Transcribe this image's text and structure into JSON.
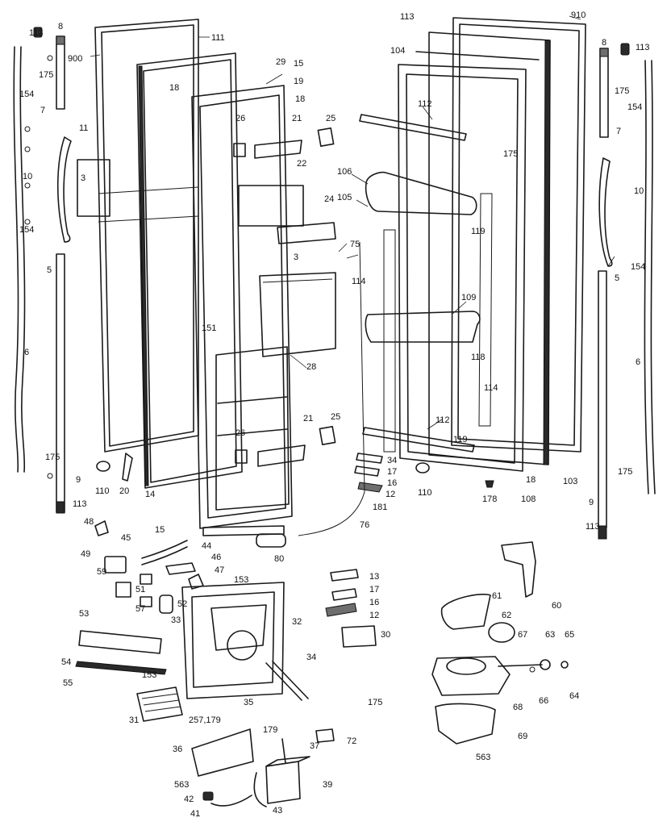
{
  "diagram": {
    "callouts": [
      "113",
      "8",
      "900",
      "111",
      "29",
      "15",
      "19",
      "18",
      "26",
      "21",
      "25",
      "22",
      "24",
      "3",
      "75",
      "175",
      "154",
      "7",
      "11",
      "10",
      "5",
      "6",
      "9",
      "110",
      "20",
      "14",
      "151",
      "28",
      "113",
      "104",
      "910",
      "112",
      "106",
      "105",
      "119",
      "114",
      "109",
      "118",
      "17",
      "16",
      "12",
      "181",
      "178",
      "108",
      "103",
      "76",
      "80",
      "48",
      "45",
      "44",
      "46",
      "49",
      "59",
      "47",
      "153",
      "51",
      "52",
      "57",
      "53",
      "54",
      "55",
      "33",
      "32",
      "31",
      "35",
      "34",
      "30",
      "13",
      "60",
      "61",
      "62",
      "67",
      "63",
      "65",
      "66",
      "64",
      "68",
      "69",
      "563",
      "36",
      "257,179",
      "179",
      "37",
      "72",
      "42",
      "41",
      "39",
      "43"
    ],
    "colors": {
      "line": "#1a1a1a",
      "background": "#ffffff",
      "shade": "#6e6e6e"
    }
  }
}
